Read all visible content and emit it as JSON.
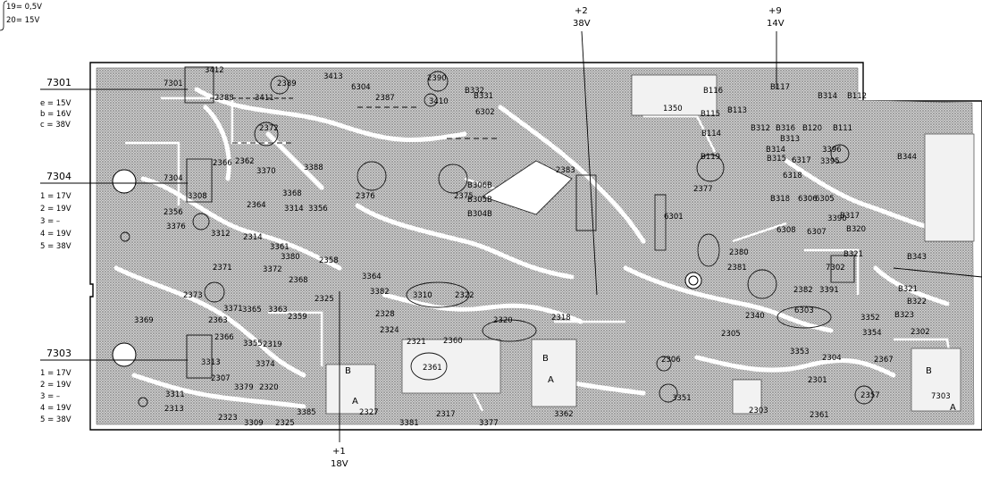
{
  "corner_note": [
    "19= 0,5V",
    "20= 15V"
  ],
  "test_points": {
    "tp1": {
      "num": "+1",
      "volt": "18V"
    },
    "tp2": {
      "num": "+2",
      "volt": "38V"
    },
    "tp9": {
      "num": "+9",
      "volt": "14V"
    }
  },
  "ic_7301": {
    "title": "7301",
    "lines": [
      "e = 15V",
      "b = 16V",
      "c = 38V"
    ]
  },
  "ic_7304": {
    "title": "7304",
    "lines": [
      "1 = 17V",
      "2 = 19V",
      "3 = –",
      "4 = 19V",
      "5 = 38V"
    ]
  },
  "ic_7303": {
    "title": "7303",
    "lines": [
      "1 = 17V",
      "2 = 19V",
      "3 = –",
      "4 = 19V",
      "5 = 38V"
    ]
  },
  "board_labels": [
    "7301",
    "3412",
    "2388",
    "3411",
    "2389",
    "3413",
    "6304",
    "2387",
    "2390",
    "3410",
    "B332",
    "B331",
    "6302",
    "1350",
    "B116",
    "B117",
    "B314",
    "B112",
    "B115",
    "B113",
    "B312",
    "B316",
    "B120",
    "B111",
    "B114",
    "B313",
    "B314",
    "B315",
    "6317",
    "3395",
    "3396",
    "B344",
    "B119",
    "6318",
    "2372",
    "2366",
    "2362",
    "3370",
    "3388",
    "7304",
    "3308",
    "3368",
    "2356",
    "2364",
    "3314",
    "3356",
    "3376",
    "3312",
    "2314",
    "3361",
    "2376",
    "2375",
    "B306B",
    "B305B",
    "B304B",
    "2383",
    "6301",
    "2377",
    "B318",
    "6306",
    "6305",
    "B317",
    "3390",
    "B320",
    "6308",
    "6307",
    "B321",
    "7302",
    "B343",
    "B321",
    "B322",
    "B323",
    "2380",
    "2381",
    "2371",
    "3380",
    "2358",
    "3372",
    "3364",
    "2368",
    "3382",
    "3310",
    "2322",
    "2325",
    "2328",
    "2373",
    "3369",
    "2363",
    "3371",
    "3365",
    "3363",
    "2359",
    "2324",
    "2320",
    "2318",
    "2340",
    "2382",
    "6303",
    "3391",
    "3352",
    "3354",
    "2302",
    "2366",
    "3355",
    "2319",
    "2321",
    "2360",
    "2306",
    "2305",
    "3353",
    "2304",
    "2367",
    "3313",
    "3374",
    "2307",
    "3379",
    "2320",
    "2361",
    "3351",
    "2301",
    "2357",
    "3311",
    "2313",
    "2323",
    "3309",
    "2325",
    "3385",
    "2327",
    "3381",
    "2317",
    "3377",
    "3362",
    "2303",
    "2361",
    "A",
    "B",
    "A",
    "B",
    "A",
    "B",
    "7303"
  ]
}
